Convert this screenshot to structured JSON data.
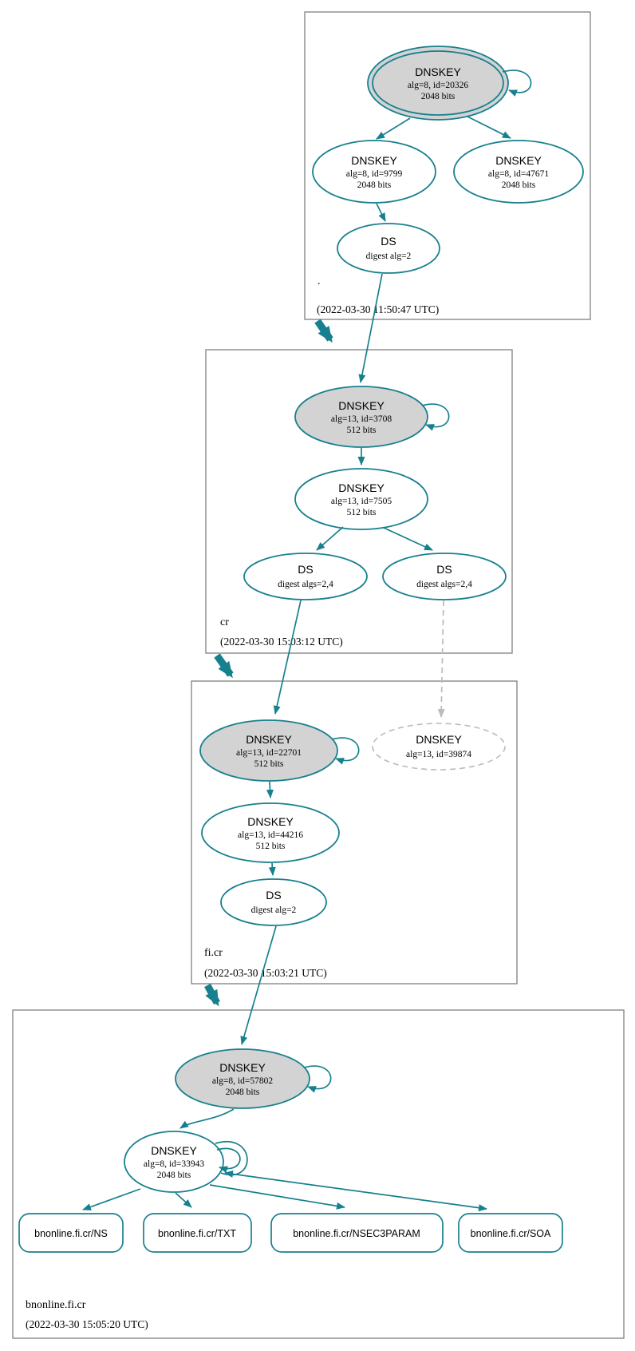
{
  "colors": {
    "teal": "#17808E",
    "node_fill": "#D3D3D3",
    "dashed": "#BBBBBB",
    "box_border": "#808080",
    "background": "#FFFFFF"
  },
  "zones": [
    {
      "label": ".",
      "timestamp": "(2022-03-30 11:50:47 UTC)",
      "nodes": {
        "ksk": {
          "title": "DNSKEY",
          "detail1": "alg=8, id=20326",
          "detail2": "2048 bits"
        },
        "zsk_left": {
          "title": "DNSKEY",
          "detail1": "alg=8, id=9799",
          "detail2": "2048 bits"
        },
        "zsk_right": {
          "title": "DNSKEY",
          "detail1": "alg=8, id=47671",
          "detail2": "2048 bits"
        },
        "ds": {
          "title": "DS",
          "detail1": "digest alg=2"
        }
      }
    },
    {
      "label": "cr",
      "timestamp": "(2022-03-30 15:03:12 UTC)",
      "nodes": {
        "ksk": {
          "title": "DNSKEY",
          "detail1": "alg=13, id=3708",
          "detail2": "512 bits"
        },
        "zsk": {
          "title": "DNSKEY",
          "detail1": "alg=13, id=7505",
          "detail2": "512 bits"
        },
        "ds_left": {
          "title": "DS",
          "detail1": "digest algs=2,4"
        },
        "ds_right": {
          "title": "DS",
          "detail1": "digest algs=2,4"
        }
      }
    },
    {
      "label": "fi.cr",
      "timestamp": "(2022-03-30 15:03:21 UTC)",
      "nodes": {
        "ksk": {
          "title": "DNSKEY",
          "detail1": "alg=13, id=22701",
          "detail2": "512 bits"
        },
        "missing": {
          "title": "DNSKEY",
          "detail1": "alg=13, id=39874"
        },
        "zsk": {
          "title": "DNSKEY",
          "detail1": "alg=13, id=44216",
          "detail2": "512 bits"
        },
        "ds": {
          "title": "DS",
          "detail1": "digest alg=2"
        }
      }
    },
    {
      "label": "bnonline.fi.cr",
      "timestamp": "(2022-03-30 15:05:20 UTC)",
      "nodes": {
        "ksk": {
          "title": "DNSKEY",
          "detail1": "alg=8, id=57802",
          "detail2": "2048 bits"
        },
        "zsk": {
          "title": "DNSKEY",
          "detail1": "alg=8, id=33943",
          "detail2": "2048 bits"
        },
        "rrset_ns": {
          "label": "bnonline.fi.cr/NS"
        },
        "rrset_txt": {
          "label": "bnonline.fi.cr/TXT"
        },
        "rrset_nsec3param": {
          "label": "bnonline.fi.cr/NSEC3PARAM"
        },
        "rrset_soa": {
          "label": "bnonline.fi.cr/SOA"
        }
      }
    }
  ]
}
